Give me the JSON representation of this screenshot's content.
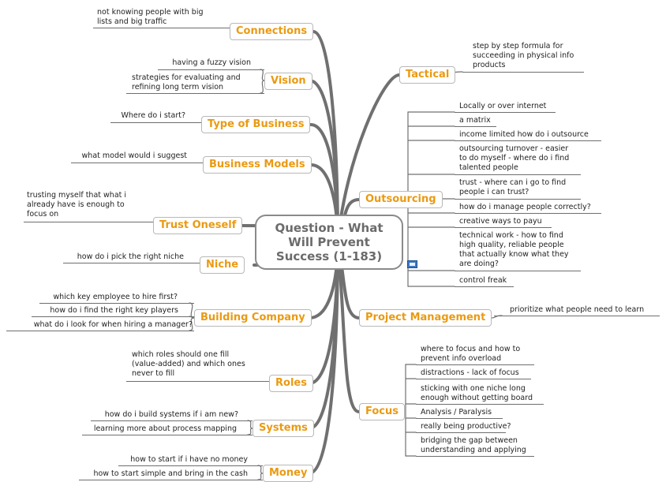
{
  "center_label": "Question - What\nWill Prevent\nSuccess (1-183)",
  "colors": {
    "topic_text": "#ea9a12",
    "branch_line": "#707070",
    "center_text": "#6b6b6b"
  },
  "topics": {
    "connections": {
      "label": "Connections",
      "notes": [
        "not knowing people with big\nlists and big traffic"
      ]
    },
    "vision": {
      "label": "Vision",
      "notes": [
        "having a fuzzy vision",
        "strategies for evaluating and\nrefining long term vision"
      ]
    },
    "type_of_business": {
      "label": "Type of Business",
      "notes": [
        "Where do i start?"
      ]
    },
    "business_models": {
      "label": "Business Models",
      "notes": [
        "what model would i suggest"
      ]
    },
    "trust_oneself": {
      "label": "Trust Oneself",
      "notes": [
        "trusting myself that what i\nalready have is enough to\nfocus on"
      ]
    },
    "niche": {
      "label": "Niche",
      "notes": [
        "how do i pick the right niche"
      ]
    },
    "building_company": {
      "label": "Building Company",
      "notes": [
        "which key employee to hire first?",
        "how do i find the right key players",
        "what do i look for when hiring a manager?"
      ]
    },
    "roles": {
      "label": "Roles",
      "notes": [
        "which roles should one fill\n(value-added) and which ones\nnever to fill"
      ]
    },
    "systems": {
      "label": "Systems",
      "notes": [
        "how do i build systems if i am new?",
        "learning more about process mapping"
      ]
    },
    "money": {
      "label": "Money",
      "notes": [
        "how to start if i have no money",
        "how to start simple and bring in the cash"
      ]
    },
    "tactical": {
      "label": "Tactical",
      "notes": [
        "step by step formula for\nsucceeding in physical info\nproducts"
      ]
    },
    "outsourcing": {
      "label": "Outsourcing",
      "notes": [
        "Locally or over internet",
        "a matrix",
        "income limited how do i outsource",
        "outsourcing turnover - easier\nto do myself - where do i find\ntalented people",
        "trust - where can i go to find\npeople i can trust?",
        "how do i manage people correctly?",
        "creative ways to payu",
        "technical work - how to find\nhigh quality, reliable people\nthat actually know what they\nare doing?",
        "control freak"
      ]
    },
    "project_management": {
      "label": "Project Management",
      "notes": [
        "prioritize what people need to learn"
      ]
    },
    "focus": {
      "label": "Focus",
      "notes": [
        "where to focus and how to\nprevent info overload",
        "distractions - lack of focus",
        "sticking with one niche long\nenough without getting board",
        "Analysis / Paralysis",
        "really being productive?",
        "bridging the gap between\nunderstanding and applying"
      ]
    }
  }
}
